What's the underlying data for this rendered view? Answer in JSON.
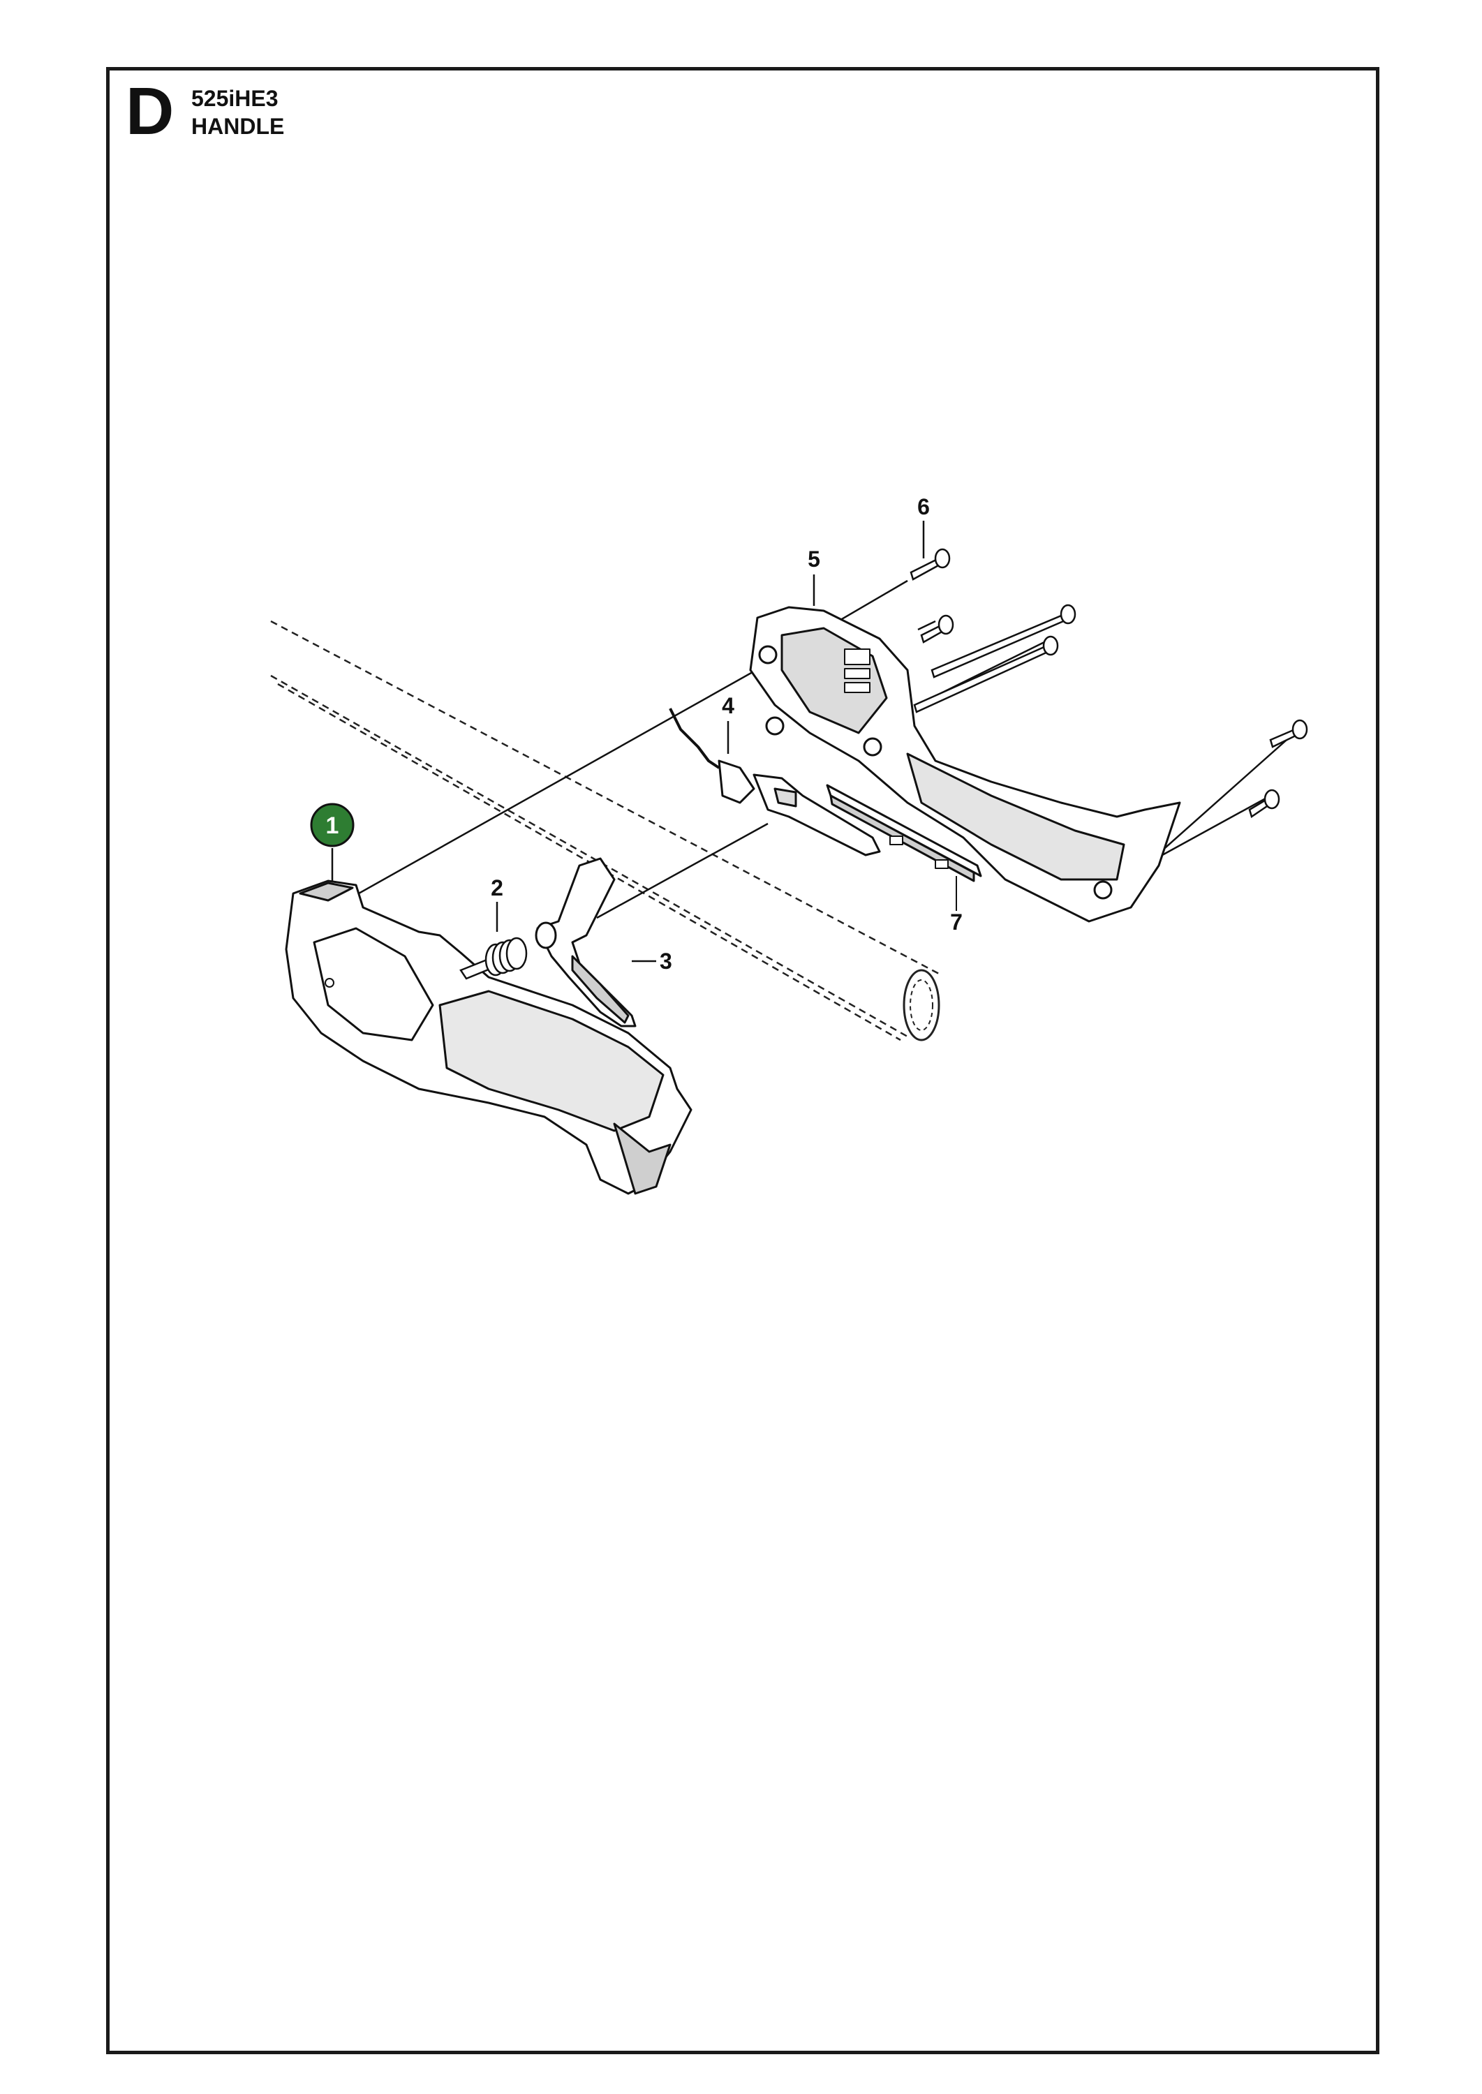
{
  "header": {
    "section_letter": "D",
    "model": "525iHE3",
    "section_name": "HANDLE"
  },
  "colors": {
    "frame": "#1a1a1a",
    "highlight_badge": "#2e7d32",
    "line": "#111111",
    "part_fill": "#ffffff",
    "part_shade": "#cfcfcf"
  },
  "parts": [
    {
      "number": "1",
      "highlighted": true,
      "icon": "rear-handle-housing-icon"
    },
    {
      "number": "2",
      "highlighted": false,
      "icon": "spring-icon"
    },
    {
      "number": "3",
      "highlighted": false,
      "icon": "throttle-trigger-icon"
    },
    {
      "number": "4",
      "highlighted": false,
      "icon": "lockout-lever-icon"
    },
    {
      "number": "5",
      "highlighted": false,
      "icon": "handle-half-icon"
    },
    {
      "number": "6",
      "highlighted": false,
      "icon": "screw-icon"
    },
    {
      "number": "7",
      "highlighted": false,
      "icon": "cable-plate-icon"
    }
  ]
}
